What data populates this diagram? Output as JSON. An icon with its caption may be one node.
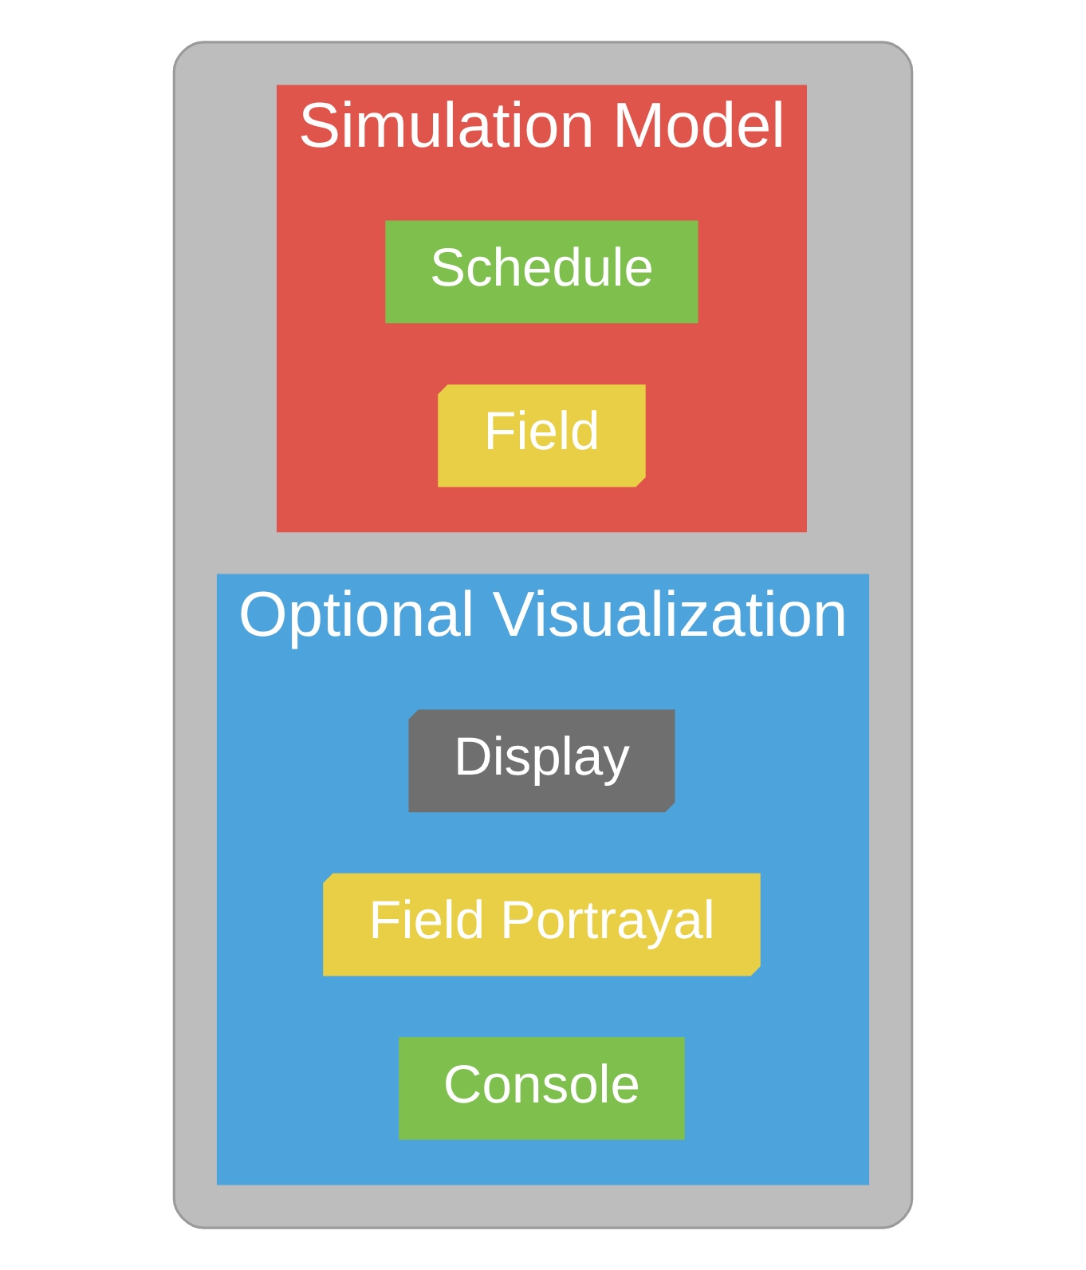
{
  "diagram": {
    "nodes": [
      {
        "text": [],
        "shape": "box"
      },
      {
        "text": [
          "Simulation Model"
        ],
        "in": 0
      },
      {
        "text": [
          "Schedule"
        ],
        "in": 1
      },
      {
        "text": [
          "Field"
        ],
        "in": 1
      },
      {
        "text": [
          "Optional Visualization"
        ],
        "in": 0
      },
      {
        "text": [
          "Display"
        ],
        "in": 4
      },
      {
        "text": [
          "Field Portrayal"
        ],
        "in": 4
      },
      {
        "text": [
          "Console"
        ],
        "in": 4
      }
    ],
    "edges": []
  }
}
